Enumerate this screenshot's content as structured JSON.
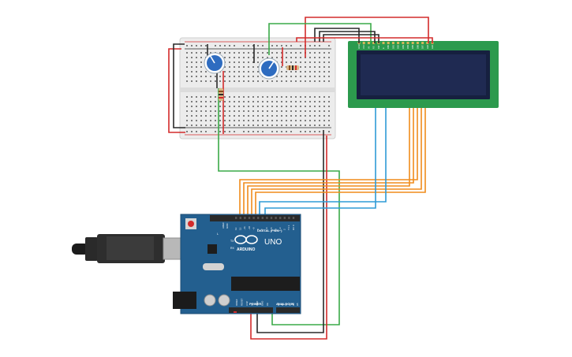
{
  "arduino": {
    "brand": "ARDUINO",
    "model": "UNO",
    "digital_label": "DIGITAL (PWM~)",
    "power_label": "POWER",
    "analog_label": "ANALOG IN",
    "tx_label": "TX",
    "rx_label": "RX",
    "led_l_label": "L",
    "aref_label": "AREF",
    "gnd_label": "GND",
    "digital_pins": [
      "13",
      "12",
      "~11",
      "~10",
      "~9",
      "8",
      "7",
      "~6",
      "~5",
      "4",
      "~3",
      "2",
      "TX 1",
      "RX 0"
    ],
    "power_pins": [
      "IOREF",
      "RESET",
      "3.3V",
      "5V",
      "GND",
      "GND",
      "Vin"
    ],
    "analog_pins": [
      "A0",
      "A1",
      "A2",
      "A3",
      "A4",
      "A5"
    ]
  },
  "lcd": {
    "pin_labels": [
      "GND",
      "VCC",
      "V0",
      "RS",
      "RW",
      "E",
      "DB0",
      "DB1",
      "DB2",
      "DB3",
      "DB4",
      "DB5",
      "DB6",
      "DB7",
      "LED",
      "LED"
    ]
  },
  "colors": {
    "board": "#235f8f",
    "lcd_pcb": "#2c9a4d",
    "lcd_screen": "#1f2a52",
    "wire_red": "#d42b2b",
    "wire_black": "#2a2a2a",
    "wire_green": "#3aaa48",
    "wire_orange": "#f08c1c",
    "wire_blue": "#2f9bd6"
  }
}
